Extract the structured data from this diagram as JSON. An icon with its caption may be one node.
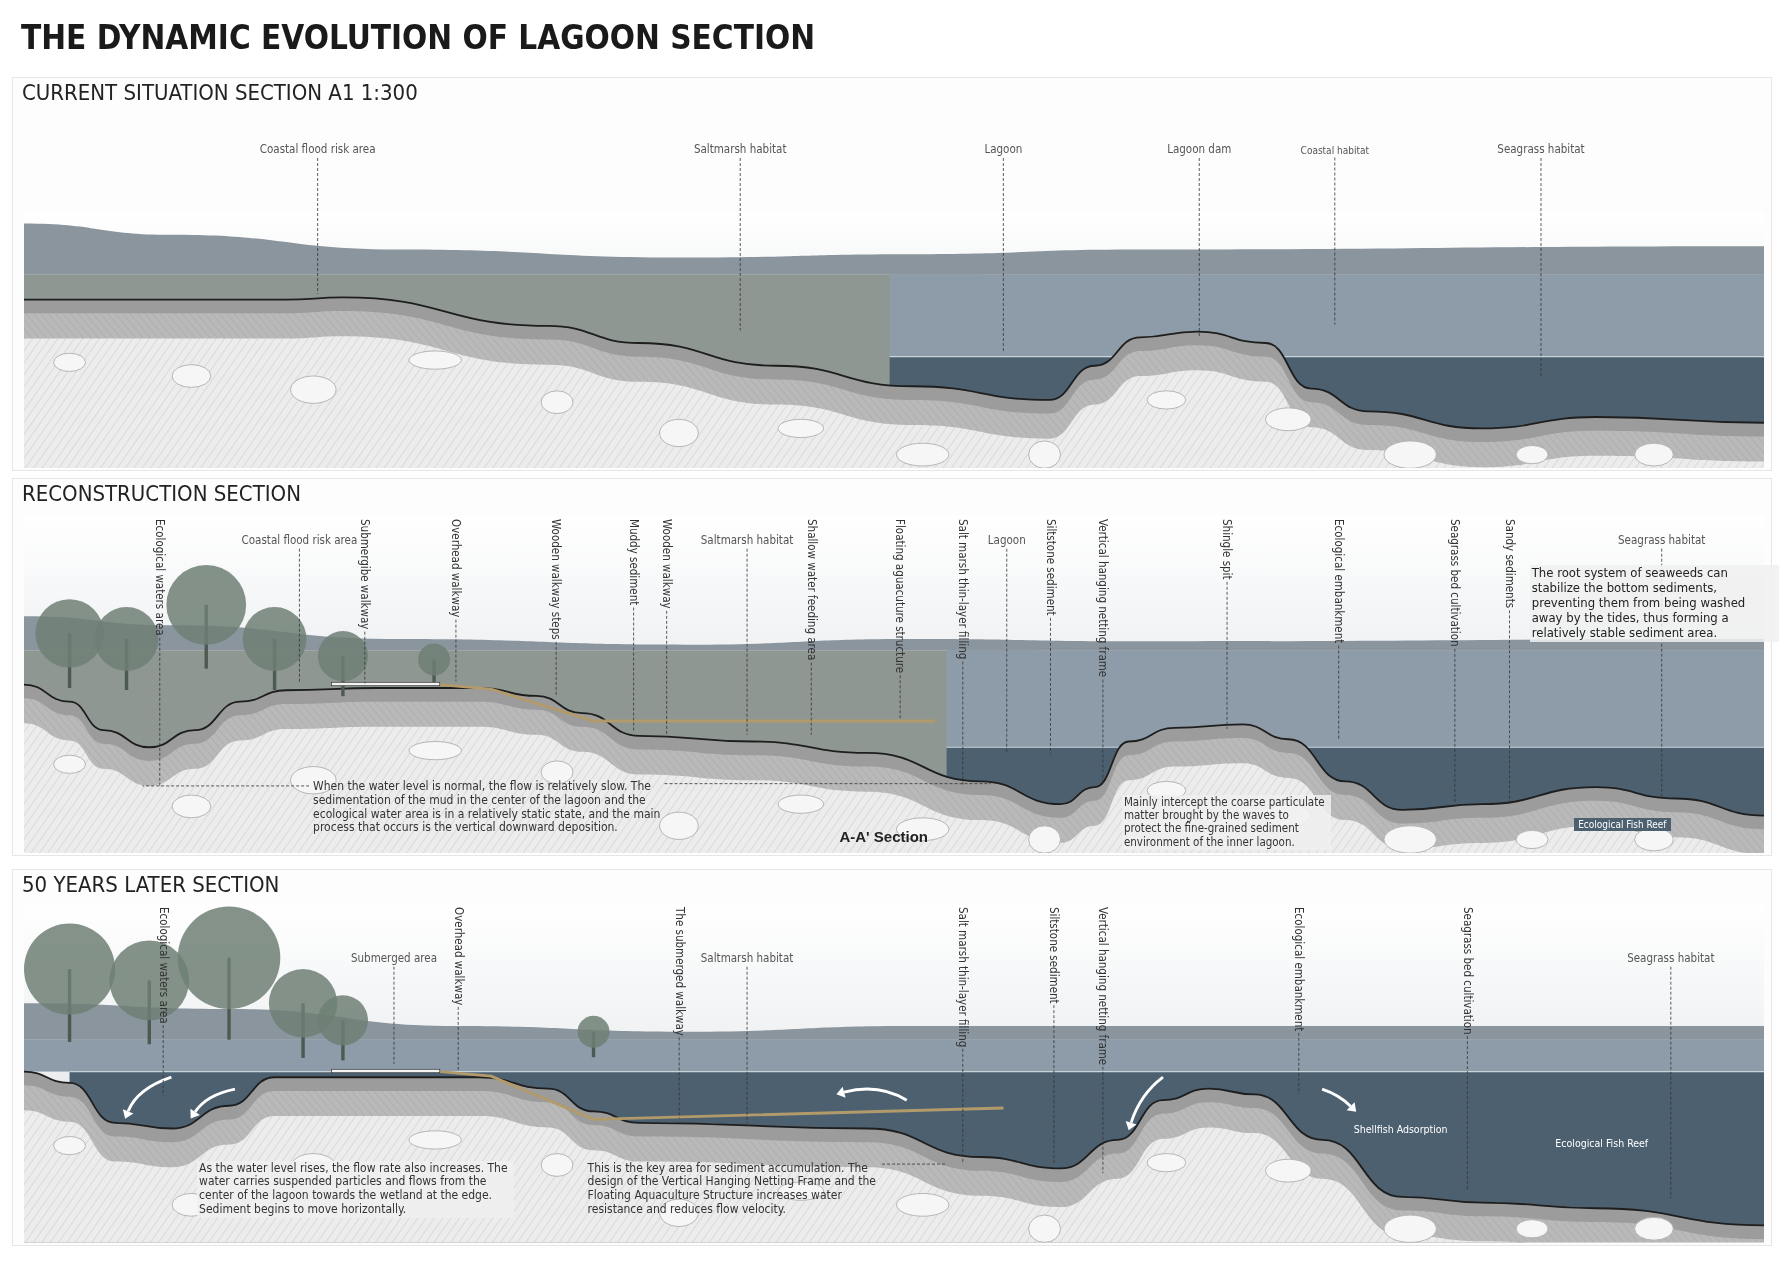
{
  "diagram": {
    "title": "THE DYNAMIC EVOLUTION OF LAGOON SECTION",
    "nodes": [
      {
        "text": [
          "CURRENT SITUATION SECTION A1 1:300"
        ]
      },
      {
        "text": [
          "Coastal flood risk area"
        ],
        "in": 0
      },
      {
        "text": [
          "Saltmarsh habitat"
        ],
        "in": 0
      },
      {
        "text": [
          "Lagoon"
        ],
        "in": 0
      },
      {
        "text": [
          "Lagoon dam"
        ],
        "in": 0
      },
      {
        "text": [
          "Coastal habitat"
        ],
        "in": 0
      },
      {
        "text": [
          "Seagrass habitat"
        ],
        "in": 0
      },
      {
        "text": [
          "RECONSTRUCTION SECTION"
        ]
      },
      {
        "text": [
          "Ecological waters area"
        ],
        "in": 7
      },
      {
        "text": [
          "Coastal flood risk area"
        ],
        "in": 7
      },
      {
        "text": [
          "Submergibe walkway"
        ],
        "in": 7
      },
      {
        "text": [
          "Overhead walkway"
        ],
        "in": 7
      },
      {
        "text": [
          "Wooden walkway steps"
        ],
        "in": 7
      },
      {
        "text": [
          "Muddy sediment"
        ],
        "in": 7
      },
      {
        "text": [
          "Wooden walkway"
        ],
        "in": 7
      },
      {
        "text": [
          "Saltmarsh habitat"
        ],
        "in": 7
      },
      {
        "text": [
          "Shallow water feeding area"
        ],
        "in": 7
      },
      {
        "text": [
          "Floating aguacuture structure"
        ],
        "in": 7
      },
      {
        "text": [
          "Salt marsh thin-layer filling"
        ],
        "in": 7
      },
      {
        "text": [
          "Lagoon"
        ],
        "in": 7
      },
      {
        "text": [
          "Siltstone sediment"
        ],
        "in": 7
      },
      {
        "text": [
          "Vertical hanging netting frame"
        ],
        "in": 7
      },
      {
        "text": [
          "Shingle spit"
        ],
        "in": 7
      },
      {
        "text": [
          "Ecological embankment"
        ],
        "in": 7
      },
      {
        "text": [
          "Seagrass bed cultivation"
        ],
        "in": 7
      },
      {
        "text": [
          "Sandy sediments"
        ],
        "in": 7
      },
      {
        "text": [
          "Seagrass habitat"
        ],
        "in": 7
      },
      {
        "text": [
          "When the water level is normal, the flow is relatively slow. The sedimentation of the mud in the center of the lagoon and the ecological water area is in a relatively static state, and the main process that occurs is the vertical downward deposition."
        ],
        "in": 7
      },
      {
        "text": [
          "50 YEARS LATER SECTION"
        ]
      },
      {
        "text": [
          "Ecological waters area"
        ],
        "in": 28
      },
      {
        "text": [
          "Submerged area"
        ],
        "in": 28
      },
      {
        "text": [
          "Overhead walkway"
        ],
        "in": 28
      },
      {
        "text": [
          "The submerged walkway"
        ],
        "in": 28
      },
      {
        "text": [
          "Saltmarsh habitat"
        ],
        "in": 28
      },
      {
        "text": [
          "Salt marsh thin-layer filling"
        ],
        "in": 28
      },
      {
        "text": [
          "Siltstone sediment"
        ],
        "in": 28
      },
      {
        "text": [
          "Vertical hanging netting frame"
        ],
        "in": 28
      },
      {
        "text": [
          "Ecological embankment"
        ],
        "in": 28
      },
      {
        "text": [
          "Seagrass bed cultivation"
        ],
        "in": 28
      },
      {
        "text": [
          "Seagrass habitat"
        ],
        "in": 28
      },
      {
        "text": [
          "This is the key area for sediment accumulation. The design of the Vertical Hanging Netting Frame and the Floating Aquaculture Structure increases water resistance and reduces flow velocity."
        ],
        "in": 28
      }
    ],
    "edges": [
      {
        "from": 1,
        "to": null,
        "arrow": "none"
      },
      {
        "from": 2,
        "to": null,
        "arrow": "none"
      },
      {
        "from": 3,
        "to": null,
        "arrow": "none"
      },
      {
        "from": 4,
        "to": null,
        "arrow": "none"
      },
      {
        "from": 5,
        "to": null,
        "arrow": "none"
      },
      {
        "from": 6,
        "to": null,
        "arrow": "none"
      },
      {
        "from": 8,
        "to": null,
        "arrow": "none"
      },
      {
        "from": 9,
        "to": null,
        "arrow": "none"
      },
      {
        "from": 10,
        "to": null,
        "arrow": "none"
      },
      {
        "from": 11,
        "to": null,
        "arrow": "none"
      },
      {
        "from": 12,
        "to": null,
        "arrow": "none"
      },
      {
        "from": 13,
        "to": null,
        "arrow": "none"
      },
      {
        "from": 14,
        "to": null,
        "arrow": "none"
      },
      {
        "from": 15,
        "to": null,
        "arrow": "none"
      },
      {
        "from": 16,
        "to": null,
        "arrow": "none"
      },
      {
        "from": 17,
        "to": null,
        "arrow": "none"
      },
      {
        "from": 18,
        "to": null,
        "arrow": "none"
      },
      {
        "from": 19,
        "to": null,
        "arrow": "none"
      },
      {
        "from": 20,
        "to": null,
        "arrow": "none"
      },
      {
        "from": 21,
        "to": null,
        "arrow": "none"
      },
      {
        "from": 22,
        "to": null,
        "arrow": "none"
      },
      {
        "from": 23,
        "to": null,
        "arrow": "none"
      },
      {
        "from": 24,
        "to": null,
        "arrow": "none"
      },
      {
        "from": 25,
        "to": null,
        "arrow": "none"
      },
      {
        "from": 26,
        "to": null,
        "arrow": "none"
      },
      {
        "from": 27,
        "to": null,
        "arrow": "none"
      },
      {
        "from": 27,
        "to": null,
        "arrow": "none"
      },
      {
        "from": 29,
        "to": null,
        "arrow": "none"
      },
      {
        "from": 30,
        "to": null,
        "arrow": "none"
      },
      {
        "from": 31,
        "to": null,
        "arrow": "none"
      },
      {
        "from": 32,
        "to": null,
        "arrow": "none"
      },
      {
        "from": 33,
        "to": null,
        "arrow": "none"
      },
      {
        "from": 34,
        "to": null,
        "arrow": "none"
      },
      {
        "from": 35,
        "to": null,
        "arrow": "none"
      },
      {
        "from": 36,
        "to": null,
        "arrow": "none"
      },
      {
        "from": 37,
        "to": null,
        "arrow": "none"
      },
      {
        "from": 38,
        "to": null,
        "arrow": "none"
      },
      {
        "from": 39,
        "to": null,
        "arrow": "none"
      },
      {
        "from": 40,
        "to": null,
        "arrow": "none"
      }
    ],
    "labels": [
      "The root system of seaweeds can stabilize the bottom sediments, preventing them from being washed away by the tides, thus forming a relatively stable sediment area.",
      "Mainly intercept the coarse particulate matter brought by the waves to protect the fine-grained sediment environment of the inner lagoon.",
      "Ecological Fish Reef",
      "A-A' Section",
      "Shellfish Adsorption",
      "Ecological Fish Reef",
      "As the water level rises, the flow rate also increases. The water carries suspended particles and flows from the center of the lagoon towards the wetland at the edge. Sediment begins to move horizontally."
    ]
  }
}
